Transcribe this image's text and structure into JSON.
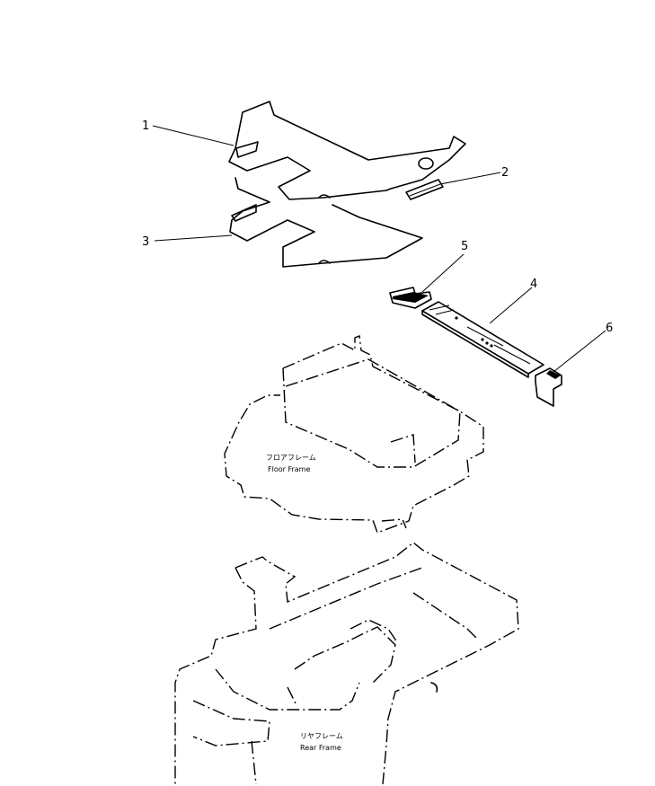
{
  "callouts": {
    "c1": "1",
    "c2": "2",
    "c3": "3",
    "c4": "4",
    "c5": "5",
    "c6": "6"
  },
  "labels": {
    "floor_frame_jp": "フロアフレーム",
    "floor_frame_en": "Floor Frame",
    "rear_frame_jp": "リヤフレーム",
    "rear_frame_en": "Rear Frame"
  }
}
